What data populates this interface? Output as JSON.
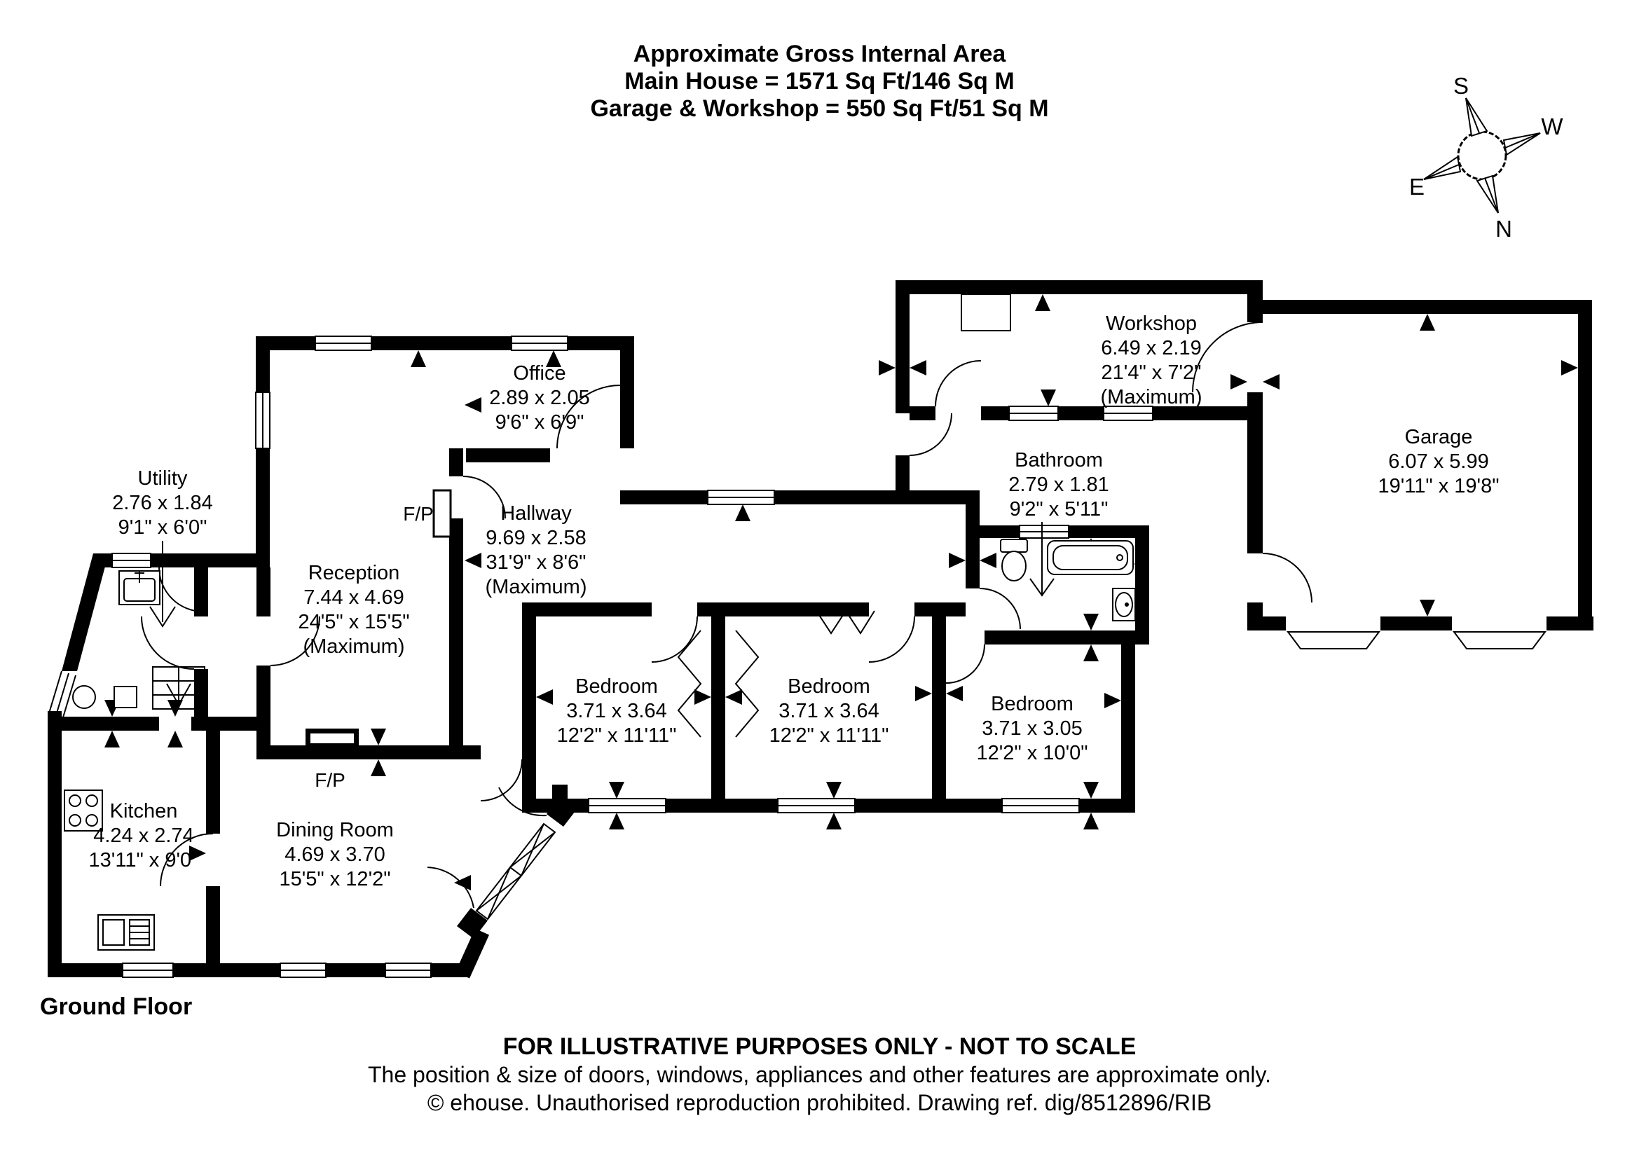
{
  "header": {
    "line1": "Approximate Gross Internal Area",
    "line2": "Main House = 1571 Sq Ft/146 Sq M",
    "line3": "Garage & Workshop = 550 Sq Ft/51 Sq M"
  },
  "compass": {
    "n": "N",
    "s": "S",
    "e": "E",
    "w": "W"
  },
  "rooms": [
    {
      "id": "office",
      "name": "Office",
      "metric": "2.89 x 2.05",
      "imperial": "9'6\" x 6'9\"",
      "note": ""
    },
    {
      "id": "workshop",
      "name": "Workshop",
      "metric": "6.49 x 2.19",
      "imperial": "21'4\" x 7'2\"",
      "note": "(Maximum)"
    },
    {
      "id": "garage",
      "name": "Garage",
      "metric": "6.07 x 5.99",
      "imperial": "19'11\" x 19'8\"",
      "note": ""
    },
    {
      "id": "bathroom",
      "name": "Bathroom",
      "metric": "2.79 x 1.81",
      "imperial": "9'2\" x 5'11\"",
      "note": ""
    },
    {
      "id": "utility",
      "name": "Utility",
      "metric": "2.76 x 1.84",
      "imperial": "9'1\" x 6'0\"",
      "note": ""
    },
    {
      "id": "hallway",
      "name": "Hallway",
      "metric": "9.69 x 2.58",
      "imperial": "31'9\" x 8'6\"",
      "note": "(Maximum)"
    },
    {
      "id": "reception",
      "name": "Reception",
      "metric": "7.44 x 4.69",
      "imperial": "24'5\" x 15'5\"",
      "note": "(Maximum)"
    },
    {
      "id": "bedroom-1",
      "name": "Bedroom",
      "metric": "3.71 x 3.64",
      "imperial": "12'2\" x 11'11\"",
      "note": ""
    },
    {
      "id": "bedroom-2",
      "name": "Bedroom",
      "metric": "3.71 x 3.64",
      "imperial": "12'2\" x 11'11\"",
      "note": ""
    },
    {
      "id": "bedroom-3",
      "name": "Bedroom",
      "metric": "3.71 x 3.05",
      "imperial": "12'2\" x 10'0\"",
      "note": ""
    },
    {
      "id": "kitchen",
      "name": "Kitchen",
      "metric": "4.24 x 2.74",
      "imperial": "13'11\" x 9'0\"",
      "note": ""
    },
    {
      "id": "dining-room",
      "name": "Dining Room",
      "metric": "4.69 x 3.70",
      "imperial": "15'5\" x 12'2\"",
      "note": ""
    }
  ],
  "labels": {
    "fireplace": "F/P",
    "floor": "Ground Floor"
  },
  "footer": {
    "line1": "FOR ILLUSTRATIVE PURPOSES ONLY - NOT TO SCALE",
    "line2": "The position & size of doors, windows, appliances and other features are approximate only.",
    "line3": "© ehouse. Unauthorised reproduction prohibited. Drawing ref. dig/8512896/RIB"
  },
  "colors": {
    "wall": "#000000",
    "background": "#ffffff"
  }
}
